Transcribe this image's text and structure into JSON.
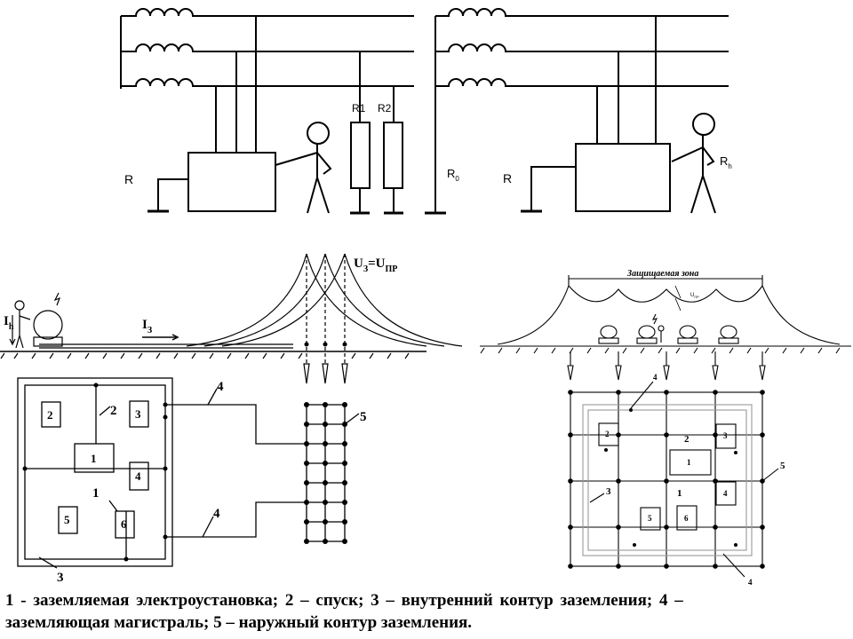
{
  "top_schemes": {
    "left": {
      "label_r": "R",
      "label_r1": "R1",
      "label_r2": "R2"
    },
    "right": {
      "label_r0": "R",
      "label_r0_sub": "0",
      "label_r": "R",
      "label_rh": "R",
      "label_rh_sub": "h"
    }
  },
  "potential_diagram": {
    "label_ih": "I",
    "label_ih_sub": "h",
    "label_iz": "I",
    "label_iz_sub": "З",
    "label_voltage": "U",
    "label_voltage_sub1": "З",
    "label_voltage_mid": "=U",
    "label_voltage_sub2": "ПР"
  },
  "left_plan": {
    "labels": [
      "2",
      "3",
      "1",
      "4",
      "5",
      "6"
    ],
    "callouts": {
      "c2": "2",
      "c1": "1",
      "c3": "3",
      "c4_top": "4",
      "c4_bottom": "4",
      "c5": "5"
    }
  },
  "right_plan": {
    "zone_label": "Защищаемая зона",
    "zone_sub": "U",
    "zone_sub2": "ПР",
    "labels": [
      "2",
      "3",
      "1",
      "4",
      "5",
      "6"
    ],
    "callouts": {
      "c4_top": "4",
      "c2": "2",
      "c5": "5",
      "c3": "3",
      "c1": "1",
      "c4_bottom": "4"
    }
  },
  "caption": {
    "line1": "1 - заземляемая электроустановка; 2 – спуск; 3 – внутренний  контур заземления; 4 –",
    "line2": "заземляющая магистраль; 5 – наружный контур заземления."
  }
}
